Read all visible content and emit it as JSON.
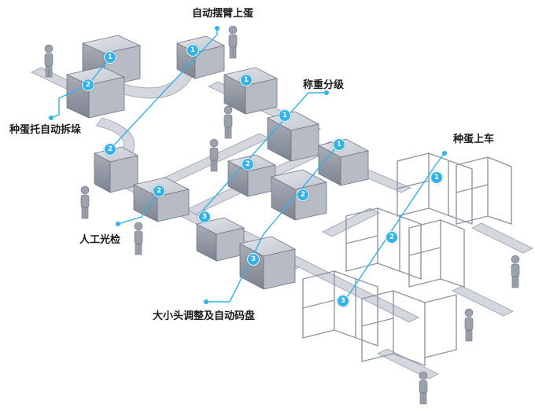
{
  "labels": {
    "auto_arm_loading": "自动摆臂上蛋",
    "weighing_grading": "称重分级",
    "tray_auto_unstack": "种蛋托自动拆垛",
    "egg_loading_cart": "种蛋上车",
    "manual_candling": "人工光检",
    "size_adjust_palletize": "大小头调整及自动码盘"
  },
  "badges": [
    "1",
    "2",
    "1",
    "2",
    "1",
    "2",
    "3",
    "1",
    "2",
    "3",
    "1",
    "2",
    "3"
  ],
  "colors": {
    "accent": "#2fb3ea",
    "machine": "#c9ccd3",
    "frame": "#8f96a3"
  }
}
